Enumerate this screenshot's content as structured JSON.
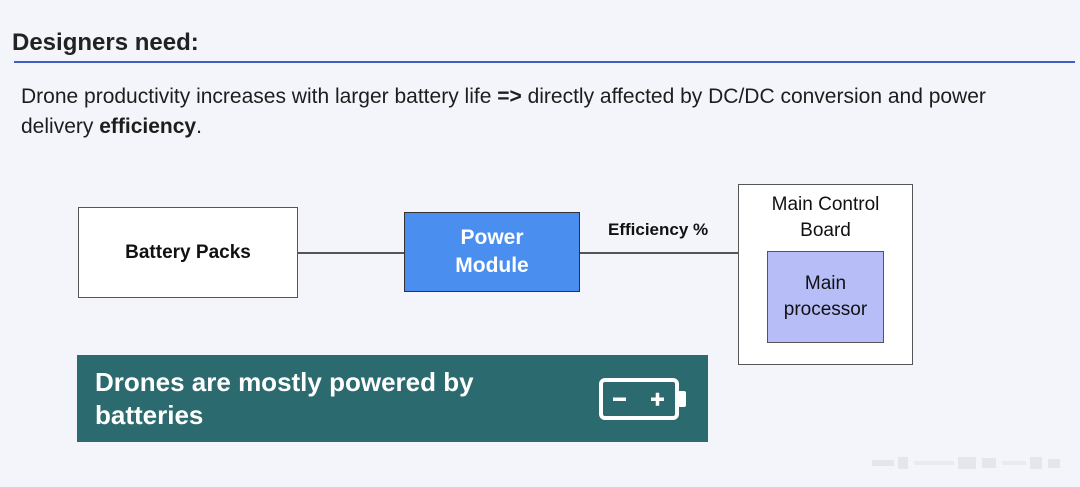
{
  "heading": "Designers need:",
  "intro": {
    "part1": "Drone productivity increases with larger battery life ",
    "arrow": "=>",
    "part2": " directly affected by DC/DC conversion and power delivery ",
    "emphasis": "efficiency",
    "part3": "."
  },
  "diagram": {
    "battery_packs": "Battery Packs",
    "power_module": "Power Module",
    "efficiency_label": "Efficiency %",
    "main_control_board": "Main Control Board",
    "main_processor": "Main processor"
  },
  "banner": {
    "text": "Drones are mostly powered by batteries",
    "icon": "battery-icon",
    "background": "#2b6a6e"
  },
  "colors": {
    "accent_rule": "#3f5fc6",
    "power_module_fill": "#4a8ff0",
    "processor_fill": "#b6bdf7"
  }
}
